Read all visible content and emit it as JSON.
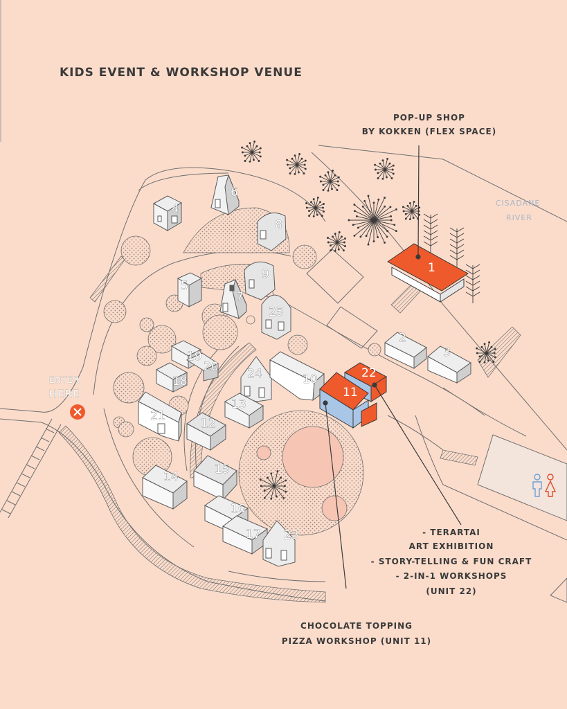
{
  "title": "KIDS EVENT & WORKSHOP VENUE",
  "callouts": {
    "popup_line1": "POP-UP SHOP",
    "popup_line2": "BY KOKKEN (FLEX SPACE)",
    "terartai_lines": [
      "- TERARTAI",
      "ART EXHIBITION",
      "- STORY-TELLING & FUN CRAFT",
      "- 2-IN-1 WORKSHOPS",
      "(UNIT 22)"
    ],
    "choc_line1": "CHOCOLATE TOPPING",
    "choc_line2": "PIZZA WORKSHOP (UNIT 11)"
  },
  "river_label_line1": "CISADANE",
  "river_label_line2": "RIVER",
  "enter_line1": "ENTER",
  "enter_line2": "HERE",
  "units": [
    "1",
    "2",
    "3",
    "4",
    "5",
    "6",
    "7",
    "8",
    "9",
    "10",
    "11",
    "12",
    "13",
    "14",
    "15",
    "16",
    "17",
    "18",
    "19",
    "20",
    "21",
    "22",
    "23",
    "24",
    "25"
  ],
  "highlighted_units": [
    "1",
    "11",
    "22"
  ],
  "restroom_icon": "restroom-icon",
  "entrance_icon": "close-icon",
  "colors": {
    "background": "#fbdccb",
    "highlight_orange": "#ef5a2c",
    "highlight_blue": "#a9c6e6",
    "river_text": "#a9b6c8",
    "building_grey": "#d8d8d8"
  }
}
